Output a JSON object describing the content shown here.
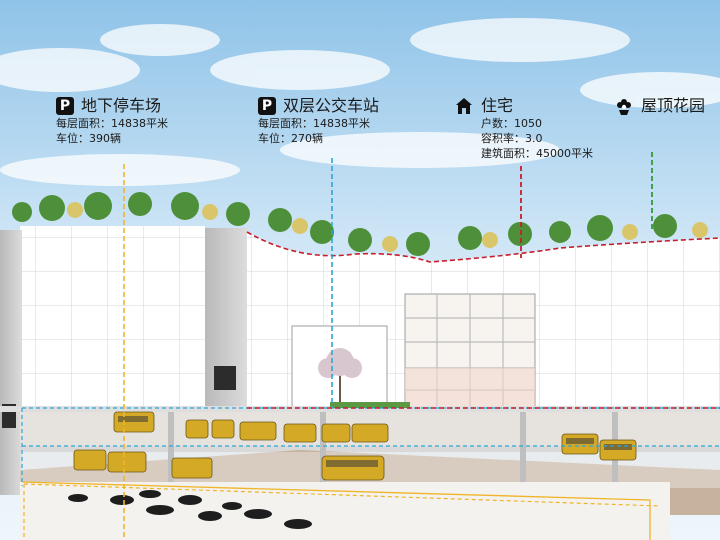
{
  "labels": {
    "underground_parking": {
      "badge": "P",
      "title": "地下停车场",
      "line1": "每层面积：14838平米",
      "line2": "车位：390辆",
      "color": "#f0b429"
    },
    "bus_station": {
      "badge": "P",
      "title": "双层公交车站",
      "line1": "每层面积：14838平米",
      "line2": "车位：270辆",
      "color": "#2aa7d8"
    },
    "residential": {
      "icon": "house-icon",
      "title": "住宅",
      "line1": "户数：1050",
      "line2": "容积率：3.0",
      "line3": "建筑面积：45000平米",
      "color": "#c81e2a"
    },
    "roof_garden": {
      "icon": "flower-icon",
      "title": "屋顶花园",
      "color": "#2e9b3a"
    }
  }
}
